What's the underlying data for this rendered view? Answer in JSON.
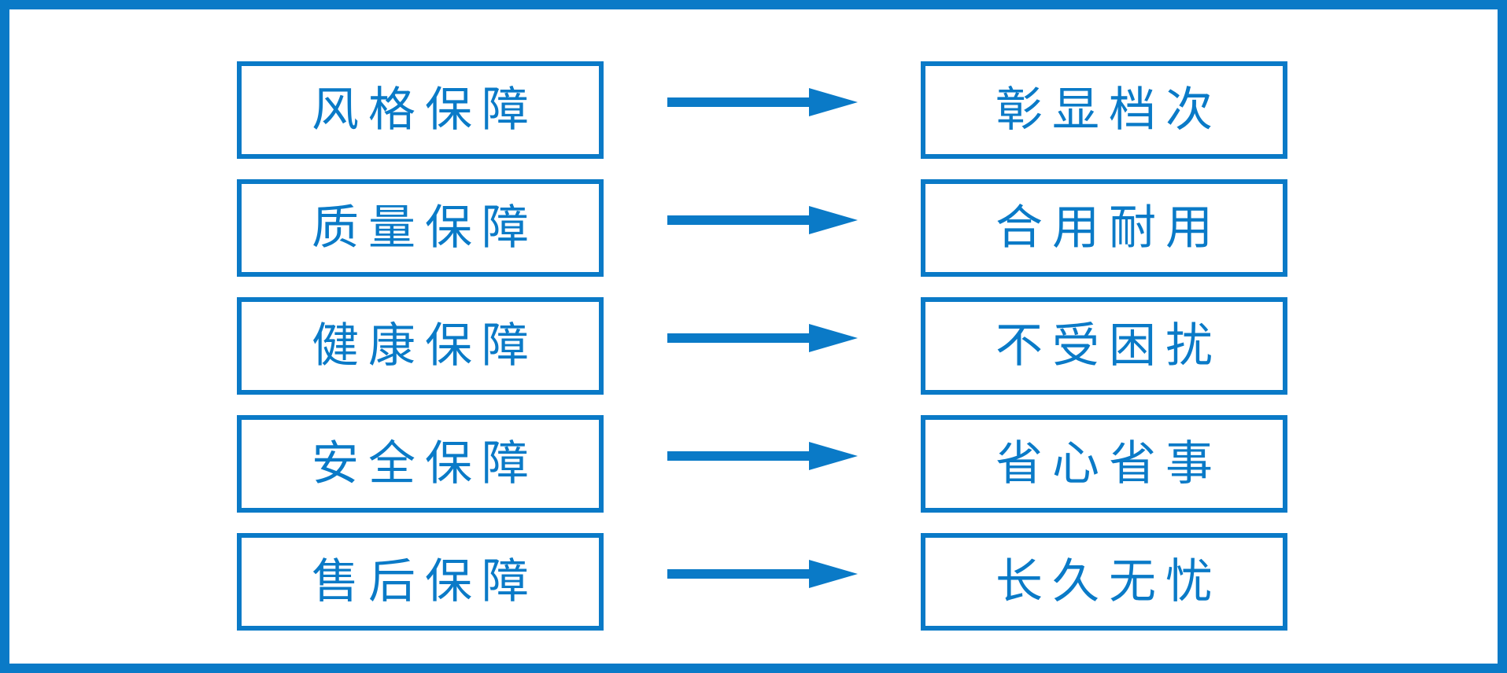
{
  "colors": {
    "accent": "#0a7ac7",
    "background": "#ffffff"
  },
  "rows": [
    {
      "left": "风格保障",
      "right": "彰显档次"
    },
    {
      "left": "质量保障",
      "right": "合用耐用"
    },
    {
      "left": "健康保障",
      "right": "不受困扰"
    },
    {
      "left": "安全保障",
      "right": "省心省事"
    },
    {
      "left": "售后保障",
      "right": "长久无忧"
    }
  ]
}
